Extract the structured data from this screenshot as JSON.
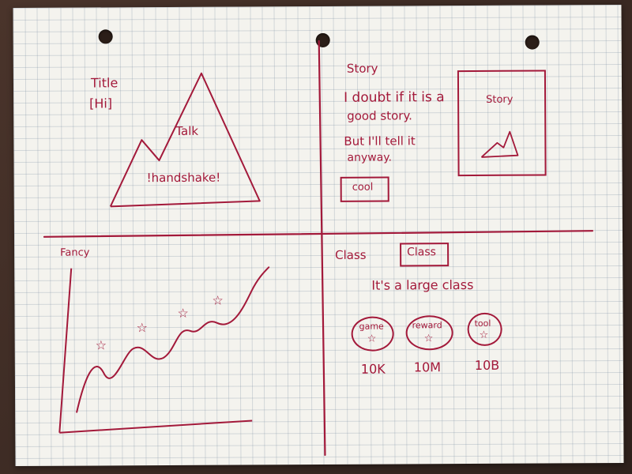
{
  "quadrants": {
    "top_left": {
      "title_label": "Title",
      "hi_label": "[Hi]",
      "talk_label": "Talk",
      "handshake_label": "!handshake!"
    },
    "top_right": {
      "heading": "Story",
      "line1": "I doubt if it is a",
      "line2": "good story.",
      "line3": "But I'll tell it",
      "line4": "anyway.",
      "button_label": "cool",
      "card_label": "Story"
    },
    "bottom_left": {
      "heading": "Fancy"
    },
    "bottom_right": {
      "label": "Class",
      "button_label": "Class",
      "subtitle": "It's a large class",
      "items": [
        {
          "label": "game",
          "value": "10K"
        },
        {
          "label": "reward",
          "value": "10M"
        },
        {
          "label": "tool",
          "value": "10B"
        }
      ]
    }
  },
  "colors": {
    "ink": "#a3193a",
    "paper": "#f4f3ee"
  },
  "icons": {
    "star": "star-icon",
    "mountain": "mountain-icon"
  }
}
